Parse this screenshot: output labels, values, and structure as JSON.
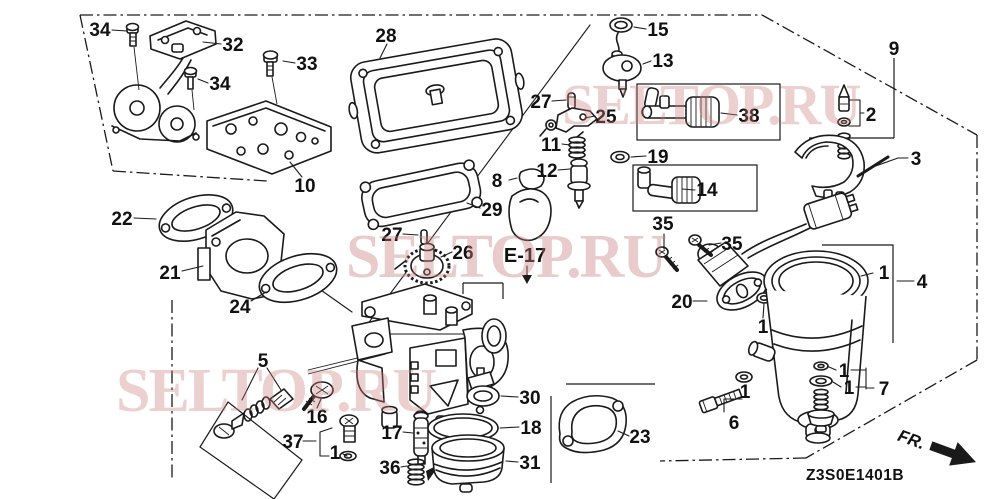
{
  "diagram": {
    "title": "carburetor-exploded-parts-diagram",
    "code": "Z3S0E1401B",
    "section_ref": "E-17",
    "fr_label": "FR.",
    "watermark": "SELTOP.RU",
    "colors": {
      "line_art": "#1a1a1a",
      "watermark_pink": "#c97c7c",
      "background": "#ffffff"
    },
    "callouts": [
      {
        "n": "34"
      },
      {
        "n": "32"
      },
      {
        "n": "33"
      },
      {
        "n": "34"
      },
      {
        "n": "10"
      },
      {
        "n": "28"
      },
      {
        "n": "22"
      },
      {
        "n": "21"
      },
      {
        "n": "24"
      },
      {
        "n": "15"
      },
      {
        "n": "13"
      },
      {
        "n": "27"
      },
      {
        "n": "25"
      },
      {
        "n": "11"
      },
      {
        "n": "12"
      },
      {
        "n": "8"
      },
      {
        "n": "29"
      },
      {
        "n": "19"
      },
      {
        "n": "38"
      },
      {
        "n": "14"
      },
      {
        "n": "9"
      },
      {
        "n": "2"
      },
      {
        "n": "3"
      },
      {
        "n": "35"
      },
      {
        "n": "35"
      },
      {
        "n": "20"
      },
      {
        "n": "1"
      },
      {
        "n": "4"
      },
      {
        "n": "1"
      },
      {
        "n": "26"
      },
      {
        "n": "27"
      },
      {
        "n": "5"
      },
      {
        "n": "16"
      },
      {
        "n": "37"
      },
      {
        "n": "1"
      },
      {
        "n": "17"
      },
      {
        "n": "36"
      },
      {
        "n": "30"
      },
      {
        "n": "18"
      },
      {
        "n": "31"
      },
      {
        "n": "23"
      },
      {
        "n": "6"
      },
      {
        "n": "1"
      },
      {
        "n": "1"
      },
      {
        "n": "1"
      },
      {
        "n": "7"
      }
    ]
  }
}
